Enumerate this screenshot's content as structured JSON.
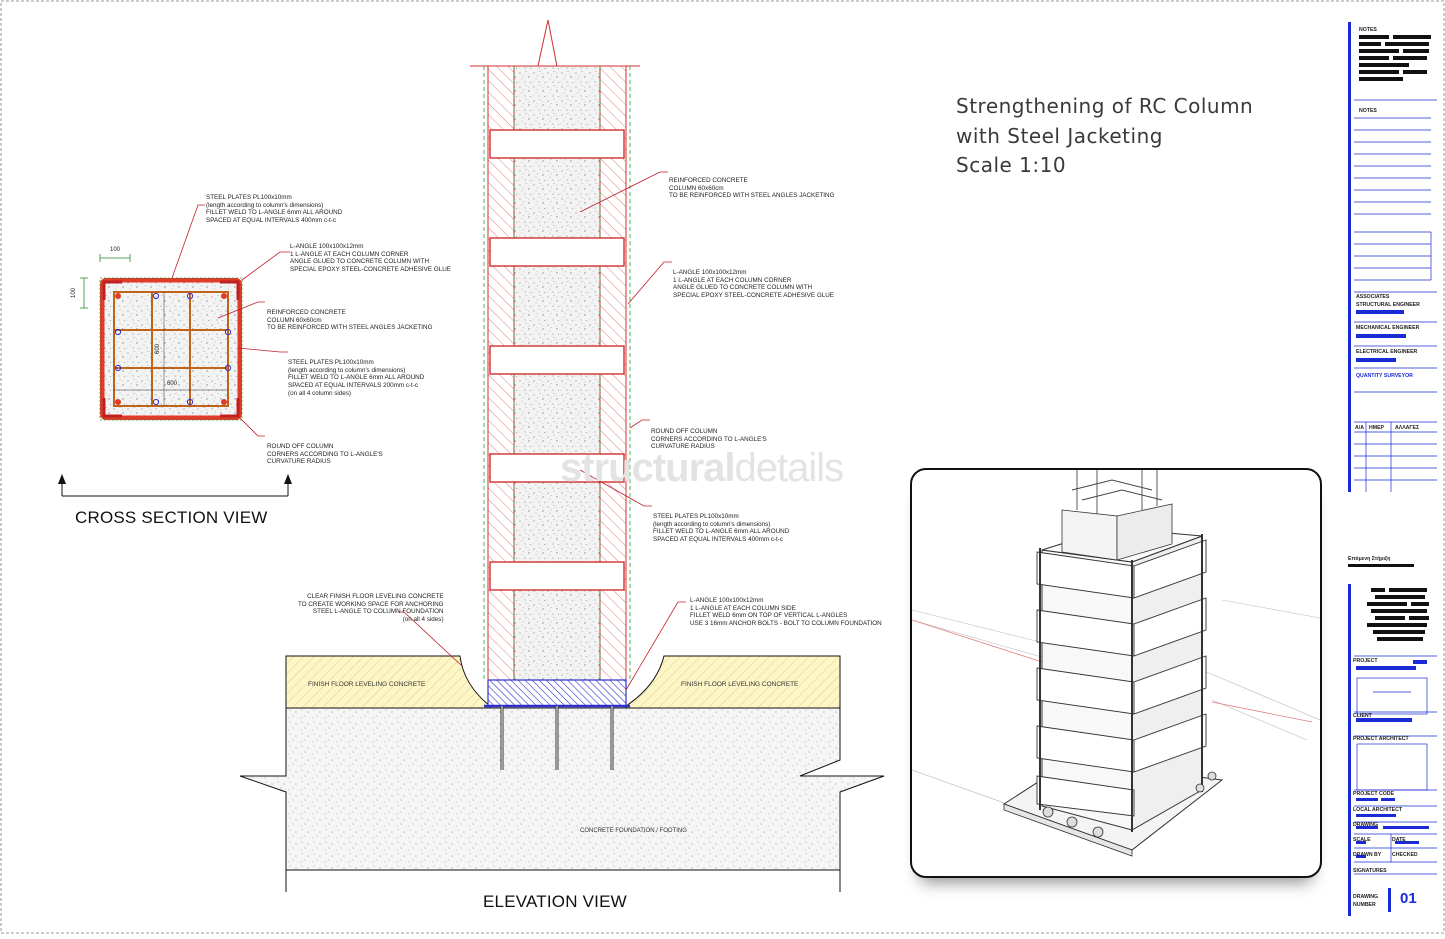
{
  "title": {
    "line1": "Strengthening of RC Column",
    "line2": "with Steel Jacketing",
    "line3": "Scale 1:10"
  },
  "views": {
    "cross_section": "CROSS SECTION VIEW",
    "elevation": "ELEVATION VIEW"
  },
  "watermark": {
    "part1": "structural",
    "part2": "details"
  },
  "cross_section_dims": {
    "d1": "100",
    "d2": "100",
    "d3": "600",
    "d4": "600"
  },
  "cross_section_notes": {
    "steel_plates": [
      "STEEL PLATES PL100x10mm",
      "(length according to column's dimensions)",
      "FILLET WELD TO L-ANGLE 6mm ALL AROUND",
      "SPACED AT EQUAL INTERVALS 400mm c-t-c"
    ],
    "l_angle": [
      "L-ANGLE 100x100x12mm",
      "1 L-ANGLE AT EACH COLUMN CORNER",
      "ANGLE GLUED TO CONCRETE COLUMN WITH",
      "SPECIAL EPOXY STEEL-CONCRETE ADHESIVE GLUE"
    ],
    "rc_column": [
      "REINFORCED CONCRETE",
      "COLUMN 60x60cm",
      "TO BE REINFORCED WITH STEEL ANGLES JACKETING"
    ],
    "steel_plates_2": [
      "STEEL PLATES PL100x10mm",
      "(length according to column's dimensions)",
      "FILLET WELD TO L-ANGLE 6mm ALL AROUND",
      "SPACED AT EQUAL INTERVALS 200mm c-t-c",
      "(on all 4 column sides)"
    ],
    "round_off": [
      "ROUND OFF COLUMN",
      "CORNERS ACCORDING TO L-ANGLE'S",
      "CURVATURE RADIUS"
    ]
  },
  "elevation_notes": {
    "rc_column": [
      "REINFORCED CONCRETE",
      "COLUMN 60x60cm",
      "TO BE REINFORCED WITH STEEL ANGLES JACKETING"
    ],
    "l_angle": [
      "L-ANGLE 100x100x12mm",
      "1 L-ANGLE AT EACH COLUMN CORNER",
      "ANGLE GLUED TO CONCRETE COLUMN WITH",
      "SPECIAL EPOXY STEEL-CONCRETE ADHESIVE GLUE"
    ],
    "round_off": [
      "ROUND OFF COLUMN",
      "CORNERS ACCORDING TO L-ANGLE'S",
      "CURVATURE RADIUS"
    ],
    "steel_plates": [
      "STEEL PLATES PL100x10mm",
      "(length according to column's dimensions)",
      "FILLET WELD TO L-ANGLE 6mm ALL AROUND",
      "SPACED AT EQUAL INTERVALS 400mm c-t-c"
    ],
    "clear_finish": [
      "CLEAR FINISH FLOOR LEVELING CONCRETE",
      "TO CREATE WORKING SPACE FOR ANCHORING",
      "STEEL L-ANGLE TO COLUMN FOUNDATION",
      "(on all 4 sides)"
    ],
    "l_angle_base": [
      "L-ANGLE 100x100x12mm",
      "1 L-ANGLE AT EACH COLUMN SIDE",
      "FILLET WELD 6mm ON TOP OF VERTICAL L-ANGLES",
      "USE 3 16mm ANCHOR BOLTS - BOLT TO COLUMN FOUNDATION"
    ],
    "finish_left": "FINISH FLOOR LEVELING CONCRETE",
    "finish_right": "FINISH FLOOR LEVELING CONCRETE",
    "foundation": "CONCRETE FOUNDATION / FOOTING"
  },
  "title_block": {
    "notes1": "NOTES",
    "notes2": "NOTES",
    "associates": "ASSOCIATES",
    "structural": "STRUCTURAL ENGINEER",
    "mechanical": "MECHANICAL ENGINEER",
    "electrical": "ELECTRICAL ENGINEER",
    "quantity": "QUANTITY SURVEYOR",
    "rev_aa": "A/A",
    "rev_date": "HMEP",
    "rev_changes": "ΑΛΛΑΓΕΣ",
    "firm": "Επόμενη Στήριξη",
    "project": "PROJECT",
    "client": "CLIENT",
    "project_architect": "PROJECT ARCHITECT",
    "project_code": "PROJECT CODE",
    "local_architect": "LOCAL ARCHITECT",
    "drawing": "DRAWING",
    "scale": "SCALE",
    "date": "DATE",
    "drawn_by": "DRAWN BY",
    "checked": "CHECKED",
    "signatures": "SIGNATURES",
    "drawing_number_label1": "DRAWING",
    "drawing_number_label2": "NUMBER",
    "drawing_number": "01"
  },
  "colors": {
    "accent": "#1a2bd6",
    "steel": "#e03a2a",
    "rebar": "#c0641a",
    "weld": "#2f2fd0",
    "leader": "#c0202a"
  }
}
